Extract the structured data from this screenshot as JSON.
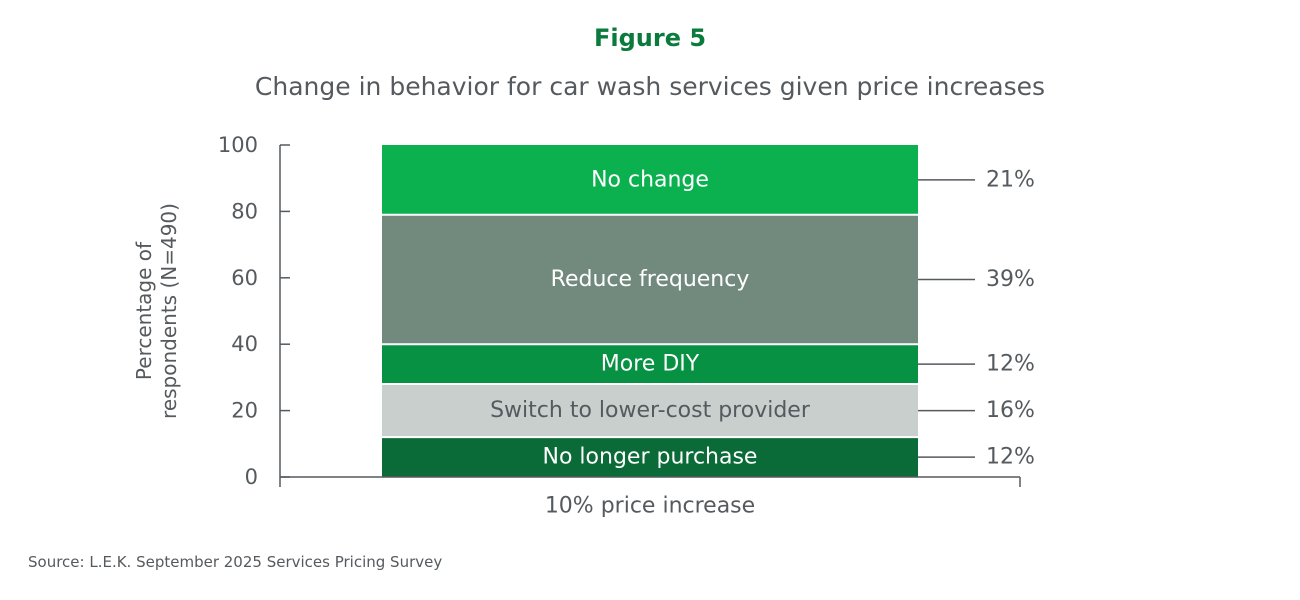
{
  "figure_label": "Figure 5",
  "source_note": "Source: L.E.K. September 2025 Services Pricing Survey",
  "colors": {
    "figure_label": "#0a7a3d",
    "axis": "#555a5e",
    "text_on_light": "#555a5e",
    "text_on_dark": "#ffffff"
  },
  "chart_data": {
    "type": "bar",
    "stacked": true,
    "orientation": "vertical",
    "title": "Change in behavior for car wash services given price increases",
    "xlabel": "",
    "ylabel": "Percentage of respondents (N=490)",
    "ylabel_lines": [
      "Percentage of",
      "respondents (N=490)"
    ],
    "ylim": [
      0,
      100
    ],
    "yticks": [
      0,
      20,
      40,
      60,
      80,
      100
    ],
    "grid": false,
    "categories": [
      "10% price increase"
    ],
    "series": [
      {
        "name": "No longer purchase",
        "values": [
          12
        ],
        "label": "12%",
        "color": "#0b6b38"
      },
      {
        "name": "Switch to lower-cost provider",
        "values": [
          16
        ],
        "label": "16%",
        "color": "#c8cfcd"
      },
      {
        "name": "More DIY",
        "values": [
          12
        ],
        "label": "12%",
        "color": "#079142"
      },
      {
        "name": "Reduce frequency",
        "values": [
          39
        ],
        "label": "39%",
        "color": "#728a7e"
      },
      {
        "name": "No change",
        "values": [
          21
        ],
        "label": "21%",
        "color": "#0ab14e"
      }
    ]
  }
}
